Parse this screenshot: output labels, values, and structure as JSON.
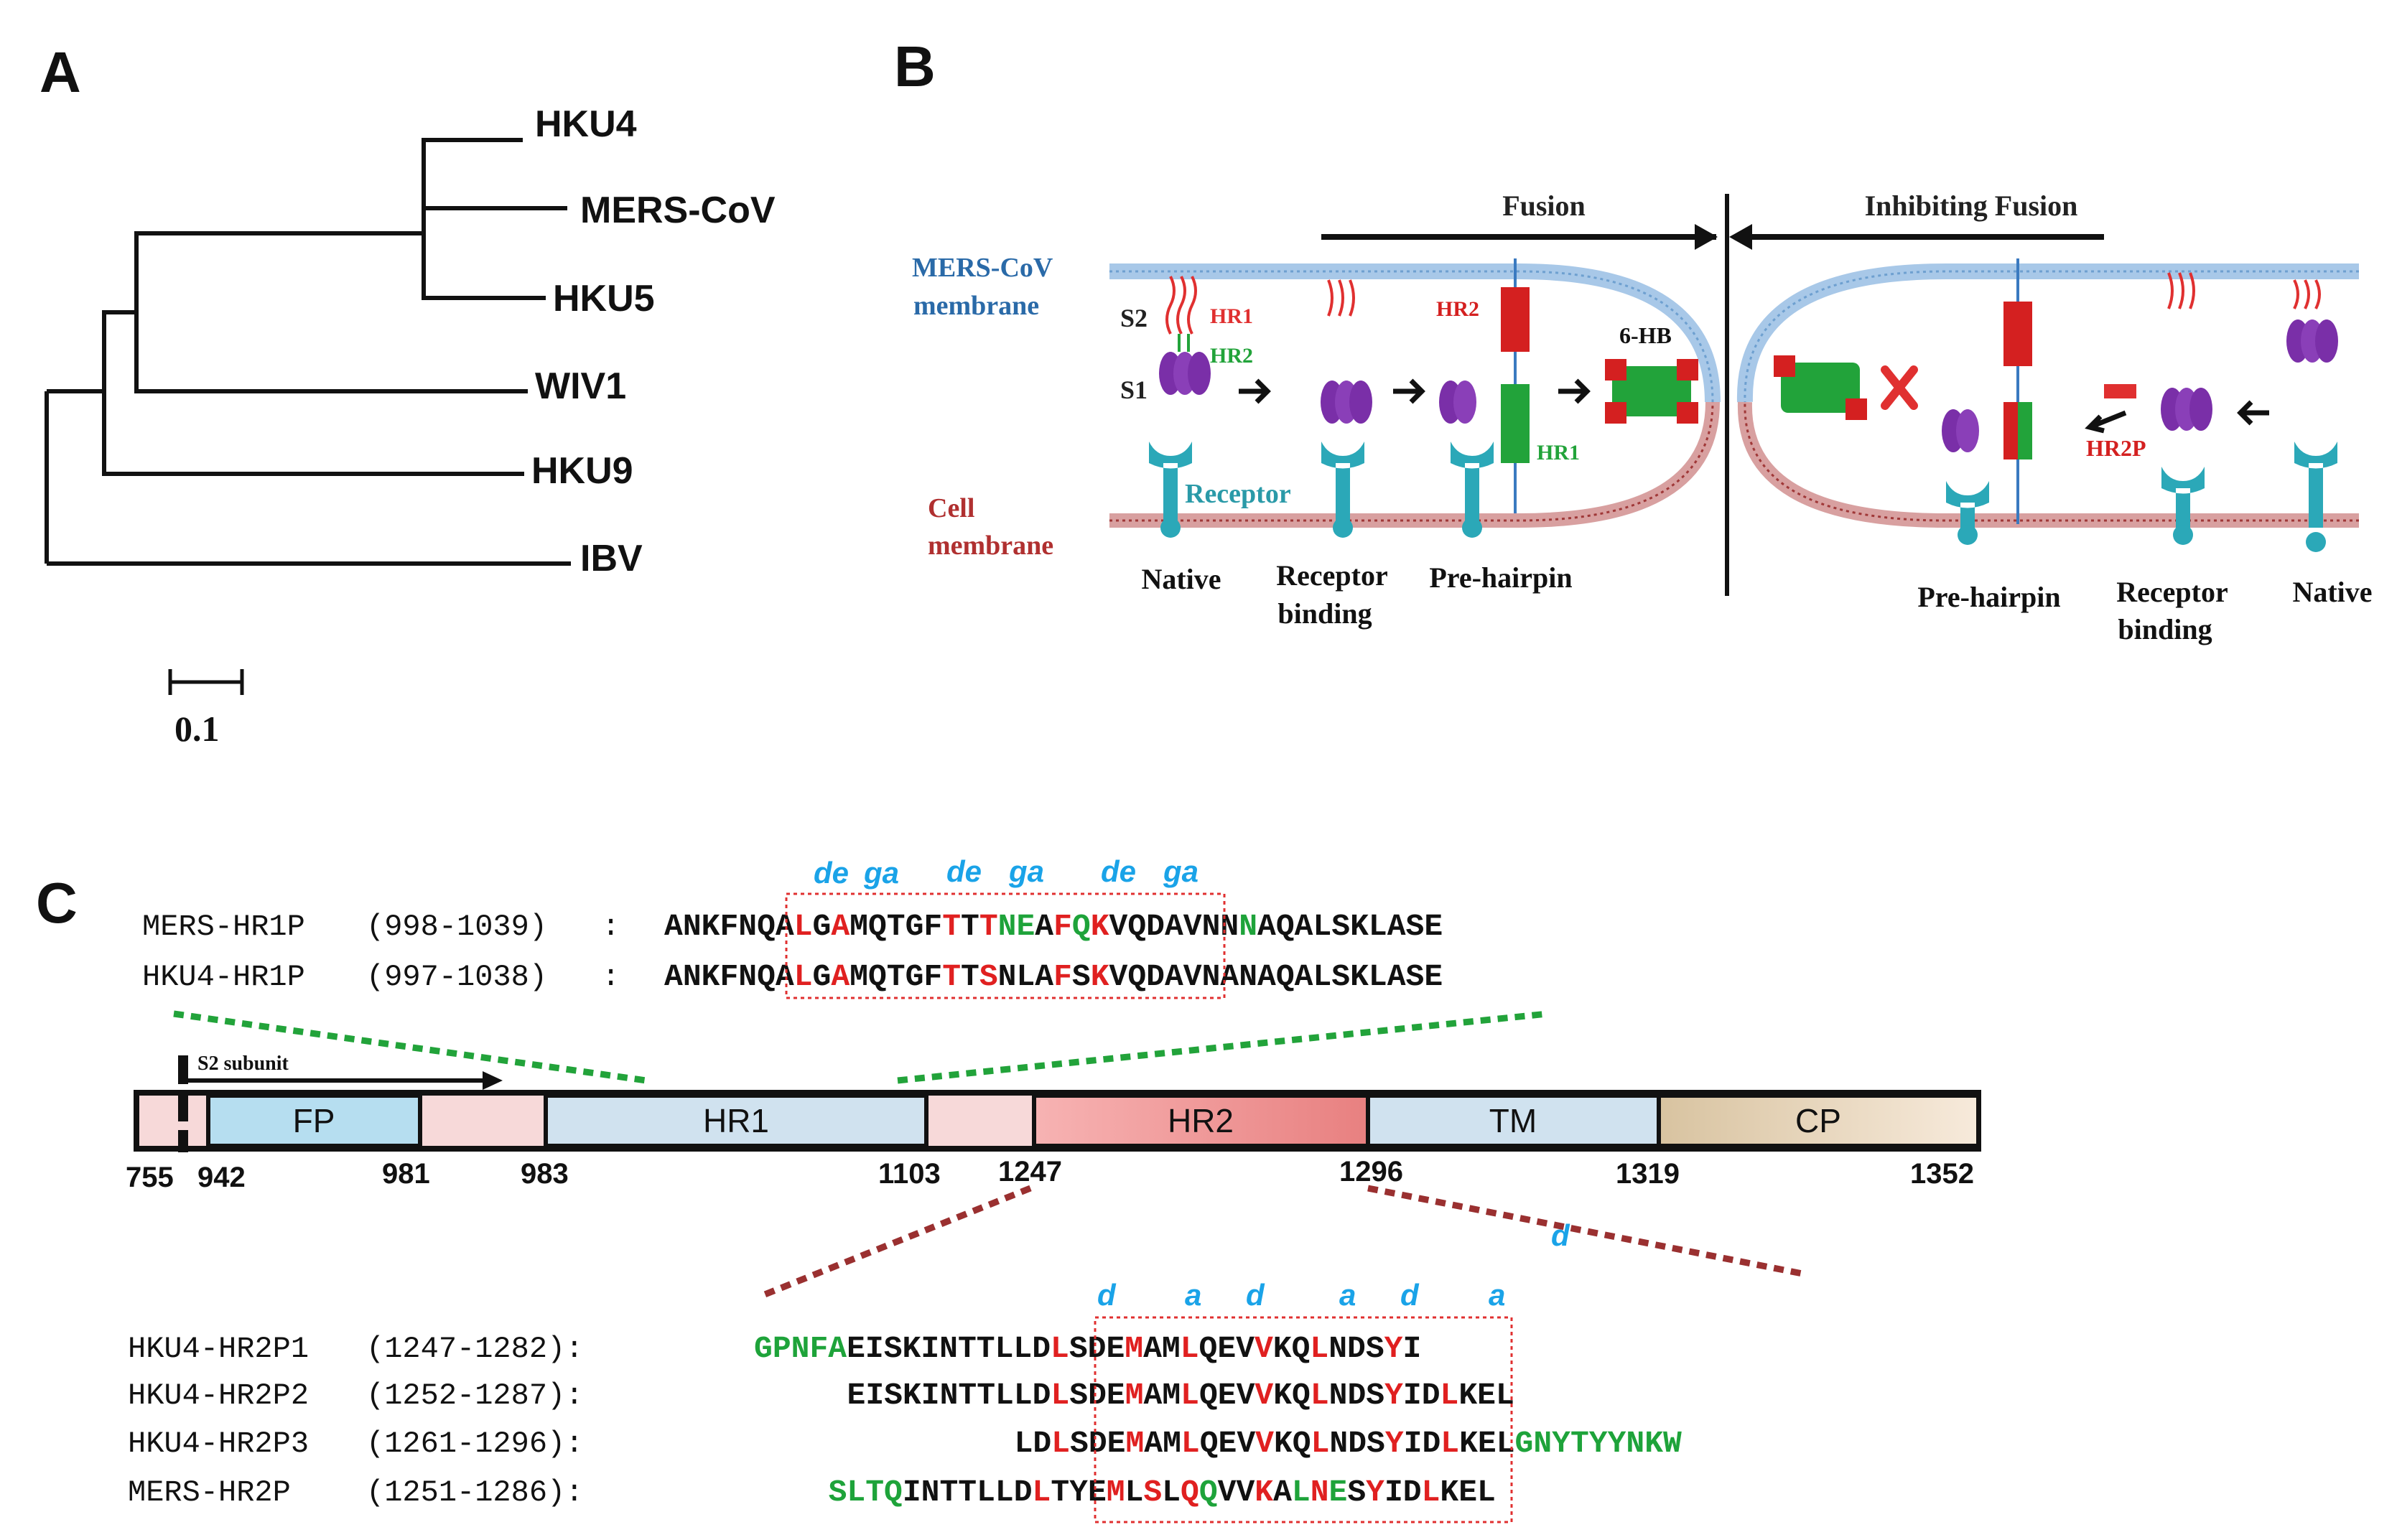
{
  "panels": {
    "a": "A",
    "b": "B",
    "c": "C"
  },
  "tree": {
    "labels": [
      "HKU4",
      "MERS-CoV",
      "HKU5",
      "WIV1",
      "HKU9",
      "IBV"
    ],
    "scale_value": "0.1"
  },
  "fusion_diagram": {
    "fusion_title": "Fusion",
    "inhibit_title": "Inhibiting Fusion",
    "viral_membrane": [
      "MERS-CoV",
      "membrane"
    ],
    "cell_membrane": [
      "Cell",
      "membrane"
    ],
    "s2": "S2",
    "s1": "S1",
    "hr1": "HR1",
    "hr2": "HR2",
    "hr2_on_hairpin": "HR2",
    "hr1_on_hairpin": "HR1",
    "six_hb": "6-HB",
    "receptor": "Receptor",
    "hr2p": "HR2P",
    "stages_left": [
      [
        "Native"
      ],
      [
        "Receptor",
        "binding"
      ],
      [
        "Pre-hairpin"
      ]
    ],
    "stages_right": [
      [
        "Pre-hairpin"
      ],
      [
        "Receptor",
        "binding"
      ],
      [
        "Native"
      ]
    ],
    "colors": {
      "viral": "#1a6fb5",
      "cell": "#b03030",
      "hr1": "#22a33a",
      "hr2": "#d42020",
      "s1": "#7a2fa8",
      "receptor": "#2ba8b8"
    }
  },
  "domain_map": {
    "s2_subunit": "S2 subunit",
    "domains": [
      {
        "label": "FP",
        "color": "#b6def0"
      },
      {
        "label": "HR1",
        "color": "#d0e2ef"
      },
      {
        "label": "HR2",
        "color": "#f0a0a0"
      },
      {
        "label": "TM",
        "color": "#d0e2ef"
      },
      {
        "label": "CP",
        "color": "#eee2cf"
      }
    ],
    "positions": [
      "755",
      "942",
      "981",
      "983",
      "1103",
      "1247",
      "1296",
      "1319",
      "1352"
    ]
  },
  "hr1_block": {
    "heptad": [
      "de",
      "ga",
      "de",
      "ga",
      "de",
      "ga"
    ],
    "rows": [
      {
        "name": "MERS-HR1P",
        "range": "(998-1039)",
        "colon": ":",
        "seq": "ANKFNQALGAMQTGFTTTNEAFQKVQDAVNNNAQALSKLASE",
        "red": [
          7,
          9,
          15,
          17,
          21,
          23
        ],
        "green": [
          18,
          19,
          22,
          31
        ]
      },
      {
        "name": "HKU4-HR1P",
        "range": "(997-1038)",
        "colon": ":",
        "seq": "ANKFNQALGAMQTGFTTSNLAFSKVQDAVNANAQALSKLASE",
        "red": [
          7,
          9,
          15,
          17,
          21,
          23
        ],
        "green": []
      }
    ]
  },
  "hr2_block": {
    "heptad": [
      "d",
      "a",
      "d",
      "a",
      "d",
      "a"
    ],
    "heptad_extra": "d",
    "rows": [
      {
        "name": "HKU4-HR2P1",
        "range": "(1247-1282):",
        "offset": 0,
        "seq": "GPNFAEISKINTTLLDLSDEMAMLQEVVKQLNDSYI",
        "red": [
          16,
          20,
          23,
          27,
          30,
          34
        ],
        "green": [
          0,
          1,
          2,
          3,
          4
        ]
      },
      {
        "name": "HKU4-HR2P2",
        "range": "(1252-1287):",
        "offset": 5,
        "seq": "EISKINTTLLDLSDEMAMLQEVVKQLNDSYIDLKEL",
        "red": [
          11,
          15,
          18,
          22,
          25,
          29,
          32
        ],
        "green": []
      },
      {
        "name": "HKU4-HR2P3",
        "range": "(1261-1296):",
        "offset": 14,
        "seq": "LDLSDEMAMLQEVVKQLNDSYIDLKELGNYTYYNKW",
        "red": [
          2,
          6,
          9,
          13,
          16,
          20,
          23
        ],
        "green": [
          27,
          28,
          29,
          30,
          31,
          32,
          33,
          34,
          35
        ]
      },
      {
        "name": "MERS-HR2P",
        "range": "(1251-1286):",
        "offset": 4,
        "seq": "SLTQINTTLLDLTYEMLSLQQVVKALNESYIDLKEL",
        "red": [
          11,
          15,
          17,
          19,
          23,
          26,
          29,
          32
        ],
        "green": [
          0,
          1,
          2,
          3,
          20,
          25,
          27
        ]
      }
    ]
  }
}
